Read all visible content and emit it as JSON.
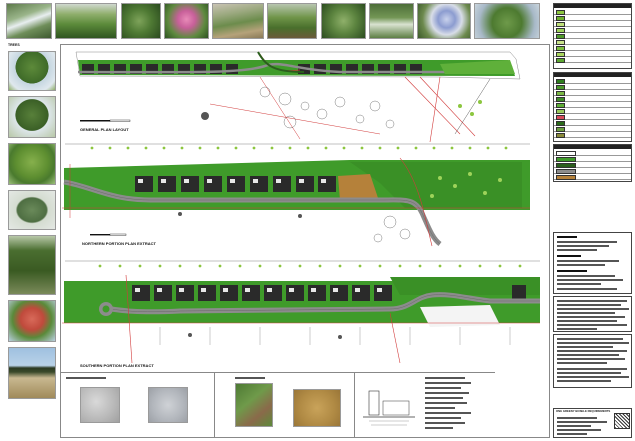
{
  "sheet": {
    "trees_heading": "TREES",
    "general_plan_title": "GENERAL PLAN LAYOUT",
    "northern_title": "NORTHERN PORTION PLAN EXTRACT",
    "southern_title": "SOUTHERN PORTION PLAN EXTRACT",
    "title_block_heading": "ONE GREENY BOSELE REQUIREMENTS"
  },
  "colors": {
    "lawn": "#3f9b2a",
    "lawn_light": "#78c04a",
    "path": "#8c8c8c",
    "planting": "#2b5e1d",
    "mulch": "#b5813a",
    "building": "#2a2a2a",
    "boundary_red": "#d23b3b",
    "outline": "#333333"
  },
  "shrub_photos": [
    {
      "name": "shrub-photo-1",
      "icon": "white-flowering-shrub"
    },
    {
      "name": "shrub-photo-2",
      "icon": "green-hedge"
    },
    {
      "name": "shrub-photo-3",
      "icon": "leafy-shrub"
    },
    {
      "name": "shrub-photo-4",
      "icon": "pink-flowering-shrub"
    },
    {
      "name": "shrub-photo-5",
      "icon": "garden-bed"
    },
    {
      "name": "shrub-photo-6",
      "icon": "grass-clump"
    },
    {
      "name": "shrub-photo-7",
      "icon": "dense-shrub"
    },
    {
      "name": "shrub-photo-8",
      "icon": "tall-shrub"
    },
    {
      "name": "shrub-photo-9",
      "icon": "blue-flowering-shrub"
    },
    {
      "name": "shrub-photo-10",
      "icon": "rounded-shrub"
    }
  ],
  "tree_photos": [
    {
      "name": "tree-photo-1",
      "icon": "broad-canopy-tree"
    },
    {
      "name": "tree-photo-2",
      "icon": "spreading-tree"
    },
    {
      "name": "tree-photo-3",
      "icon": "willow-tree"
    },
    {
      "name": "tree-photo-4",
      "icon": "round-tree"
    },
    {
      "name": "tree-photo-5",
      "icon": "upright-tree"
    },
    {
      "name": "tree-photo-6",
      "icon": "red-flowering-tree"
    },
    {
      "name": "tree-photo-7",
      "icon": "umbrella-tree"
    }
  ]
}
